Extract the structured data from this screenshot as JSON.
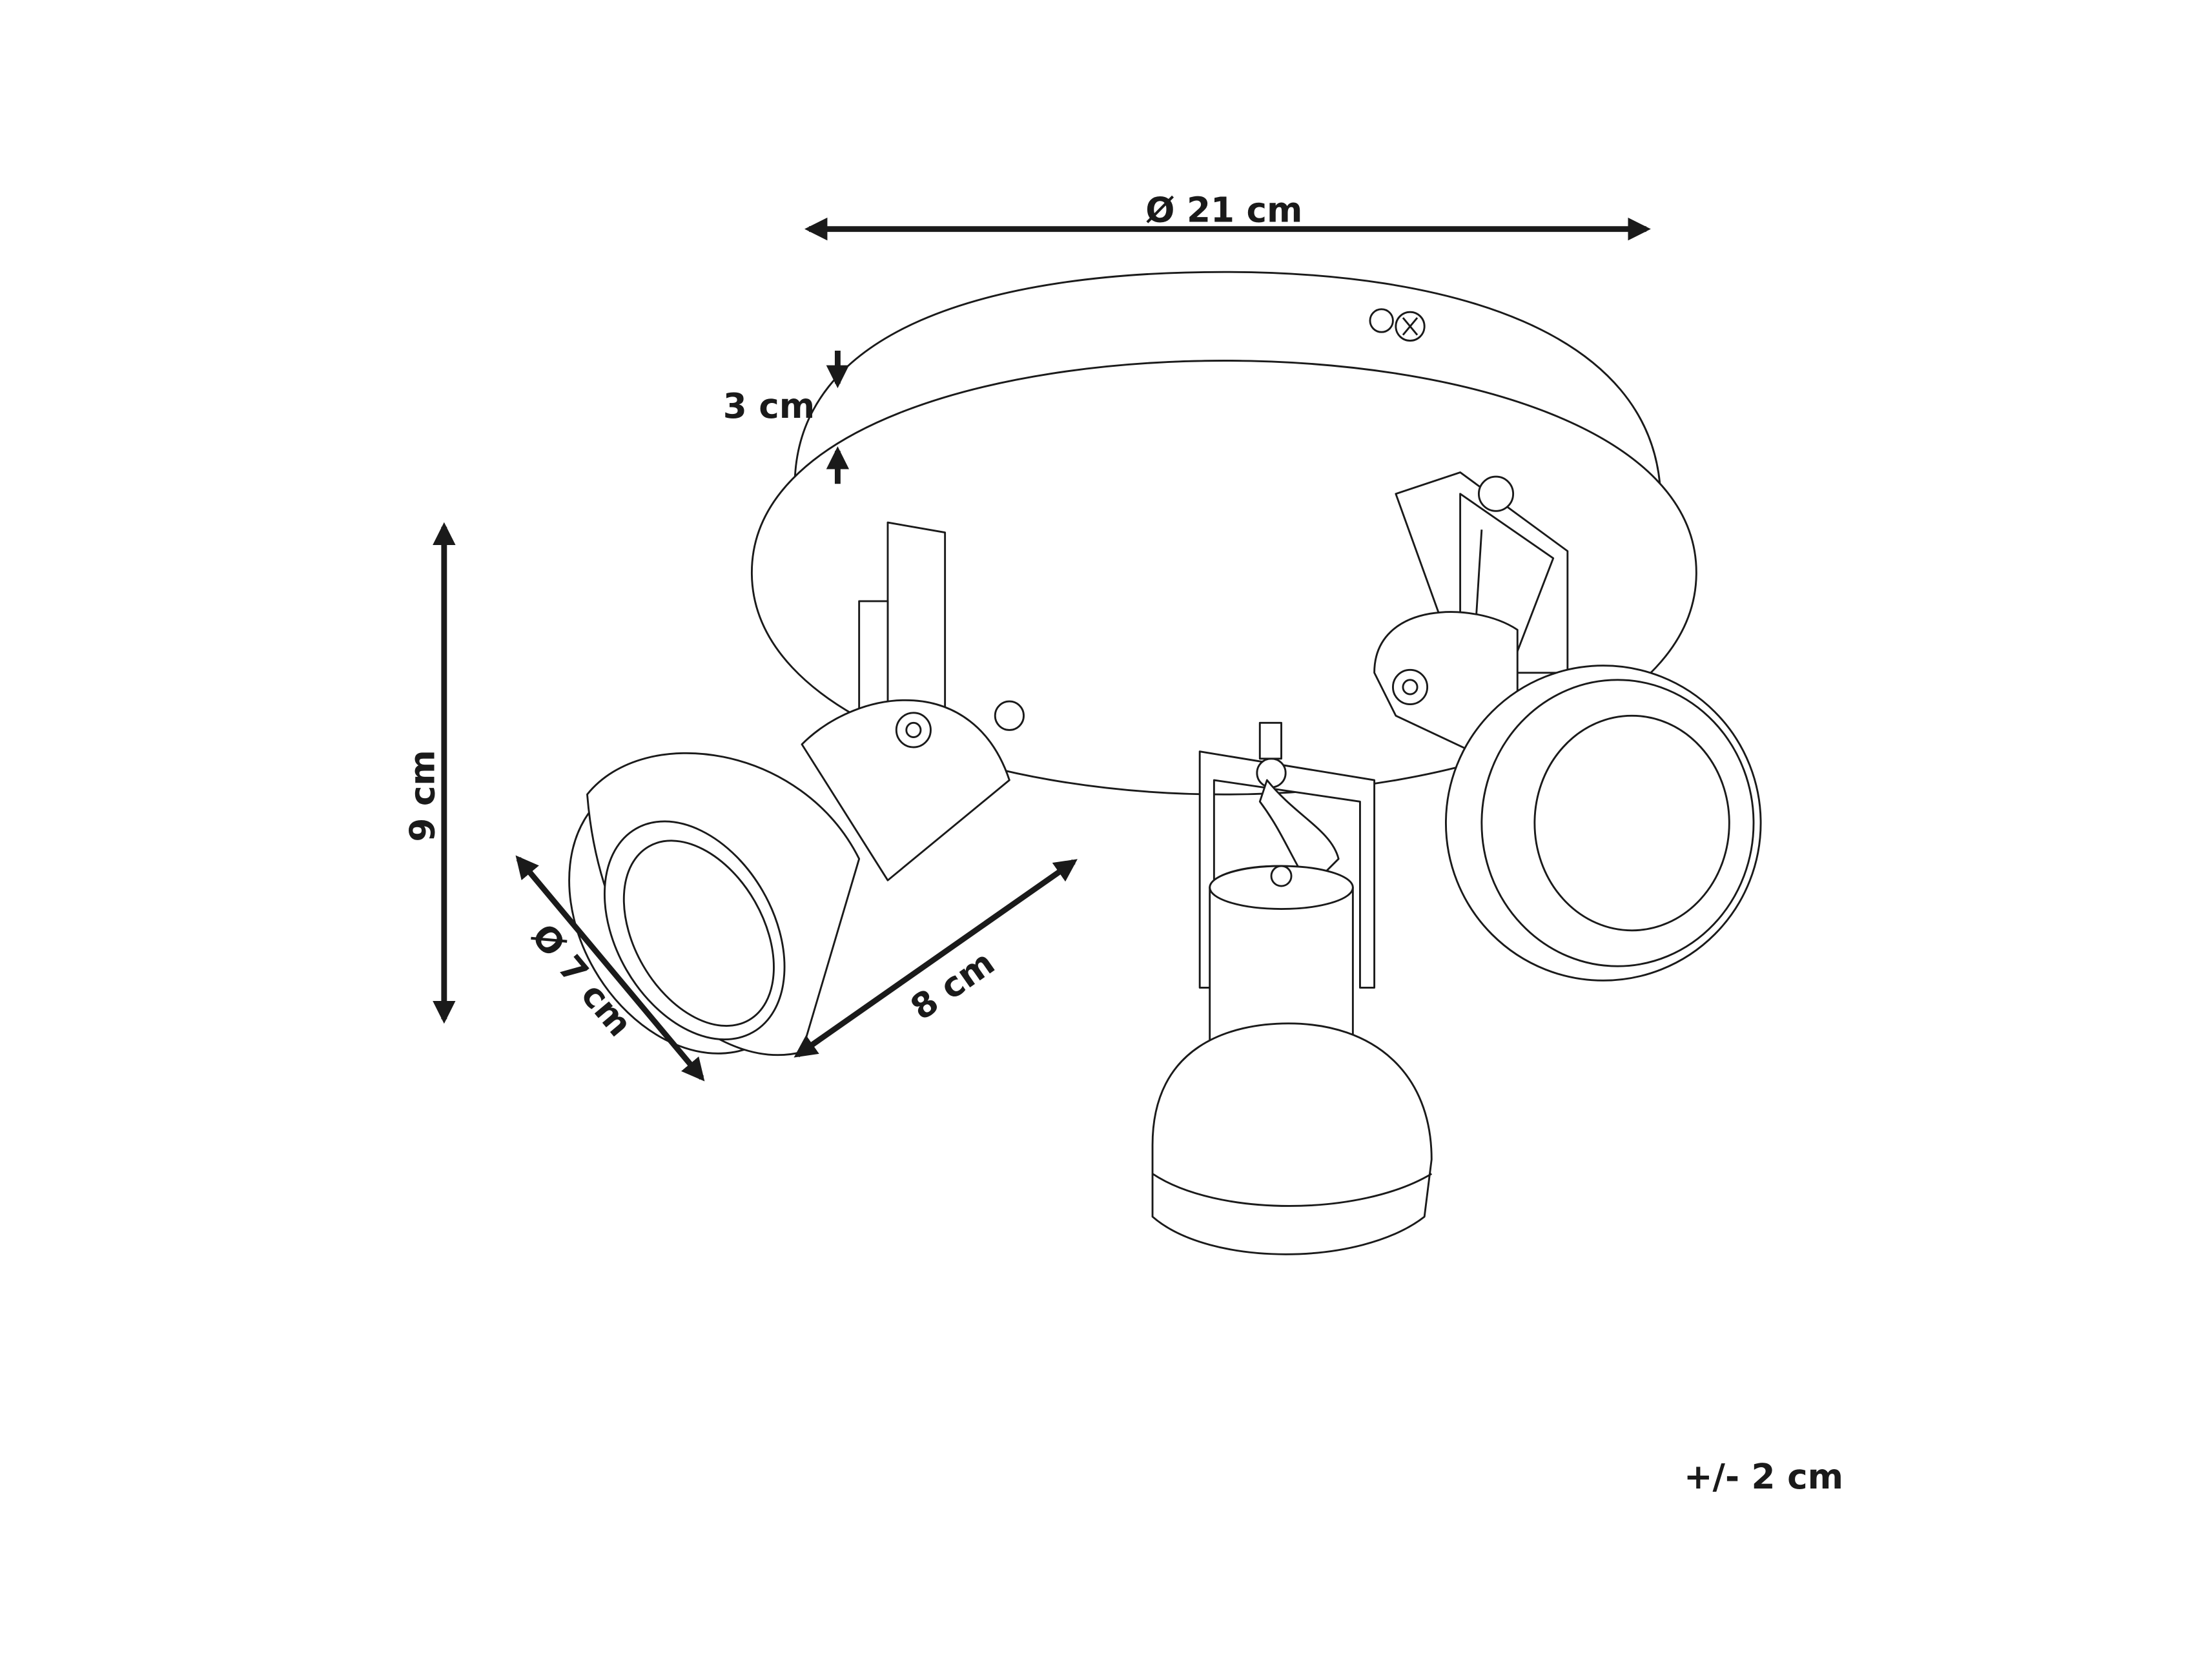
{
  "dimensions": {
    "diameter_base": "Ø 21 cm",
    "base_height": "3 cm",
    "total_height": "9 cm",
    "spot_diameter": "Ø 7 cm",
    "spot_length": "8 cm",
    "tolerance": "+/- 2 cm"
  }
}
